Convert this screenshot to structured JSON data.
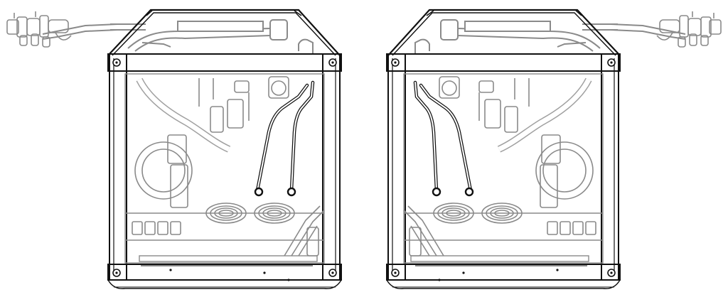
{
  "diagram": {
    "units": [
      {
        "name": "unit-left",
        "orientation": "connections-left"
      },
      {
        "name": "unit-right",
        "orientation": "connections-right"
      }
    ],
    "colors": {
      "outline": "#111111",
      "internals": "#8a8a8a",
      "internal-fill": "#bdbdbd",
      "background": "#ffffff"
    }
  }
}
